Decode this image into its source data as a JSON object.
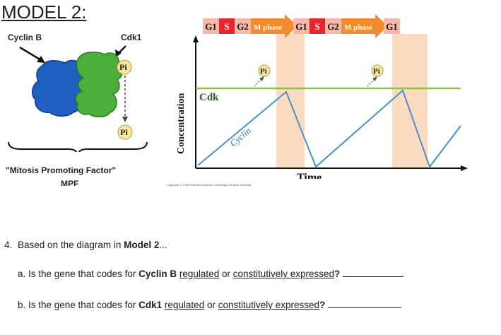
{
  "title": "MODEL 2:",
  "labels": {
    "cyclin_b": "Cyclin B",
    "cdk1": "Cdk1",
    "pi": "Pi",
    "mpf_caption": "\"Mitosis Promoting Factor\"",
    "mpf_abbrev": "MPF"
  },
  "phase_bar": [
    {
      "label": "G1",
      "type": "g"
    },
    {
      "label": "S",
      "type": "s"
    },
    {
      "label": "G2",
      "type": "g"
    },
    {
      "label": "M phase",
      "type": "m"
    },
    {
      "label": "G1",
      "type": "g"
    },
    {
      "label": "S",
      "type": "s"
    },
    {
      "label": "G2",
      "type": "g"
    },
    {
      "label": "M phase",
      "type": "m"
    },
    {
      "label": "G1",
      "type": "g"
    }
  ],
  "graph": {
    "y_label": "Concentration",
    "x_label": "Time",
    "cdk_label": "Cdk",
    "cyclin_label": "Cyclin",
    "pi_label": "Pi",
    "copyright": "Copyright © 2008 Pearson Benjamin Cummings. All rights reserved."
  },
  "question": {
    "number": "4.",
    "stem_prefix": "Based on the diagram in ",
    "stem_bold": "Model 2",
    "stem_suffix": "...",
    "a_prefix": "a. Is the gene that codes for ",
    "a_bold": "Cyclin B",
    "a_opt1": "regulated",
    "a_mid": " or ",
    "a_opt2": "constitutively expressed",
    "a_q": "?",
    "b_prefix": "b. Is the gene that codes for ",
    "b_bold": "Cdk1",
    "b_opt1": "regulated",
    "b_mid": " or ",
    "b_opt2": "constitutively expressed",
    "b_q": "?"
  },
  "colors": {
    "g_cell": "#f7b8a8",
    "s_cell": "#e8242c",
    "m_arrow": "#f28a2e",
    "m_band": "#fcdcc0",
    "cdk_line": "#8cc63f",
    "cyclin_line": "#4a90c8",
    "cyclin_b_blob": "#1f5fbf",
    "cdk1_blob": "#4caf3c"
  }
}
